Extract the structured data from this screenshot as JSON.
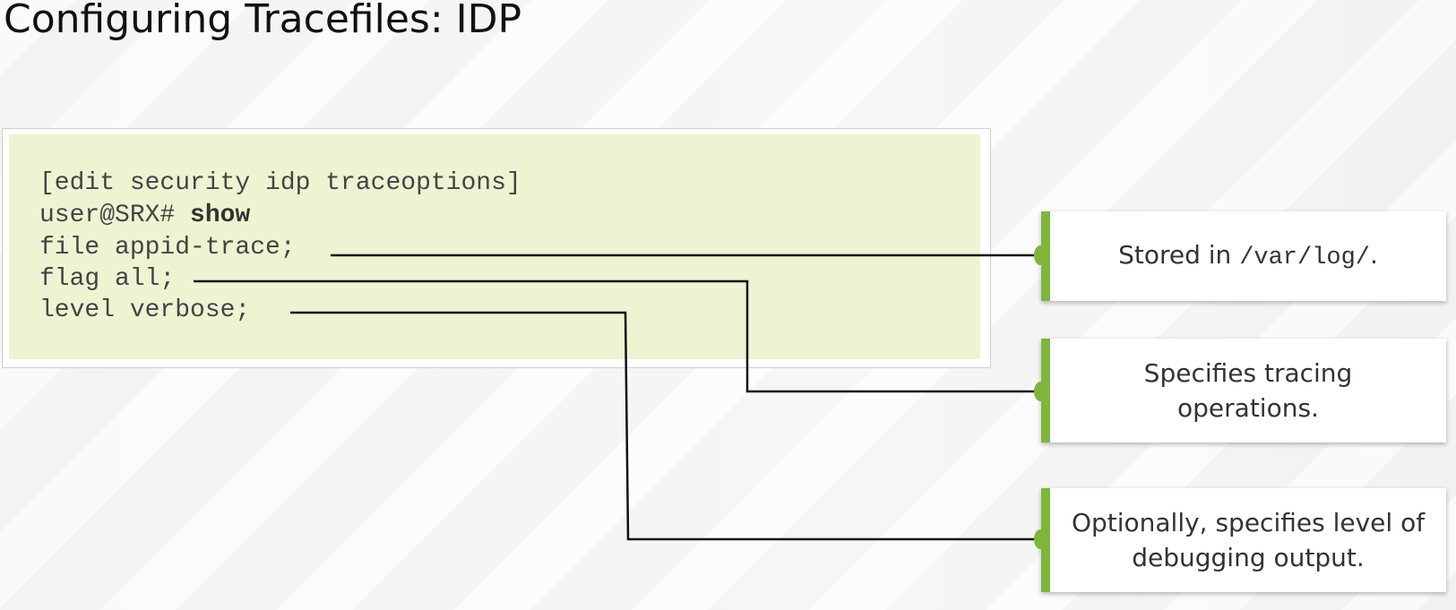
{
  "title": "Configuring Tracefiles: IDP",
  "code": {
    "hierarchy": "[edit security idp traceoptions]",
    "prompt": "user@SRX# ",
    "command": "show",
    "file_line": "file appid-trace;",
    "flag_line": "flag all;",
    "level_line": "level verbose;"
  },
  "callouts": {
    "file": {
      "prefix": "Stored in ",
      "path": "/var/log/",
      "suffix": "."
    },
    "flag": {
      "line1": "Specifies tracing",
      "line2": "operations."
    },
    "level": {
      "line1": "Optionally, specifies level of",
      "line2": "debugging output."
    }
  },
  "colors": {
    "accent": "#7eb53b",
    "code_background": "#f0f3d2",
    "connector": "#111111"
  }
}
